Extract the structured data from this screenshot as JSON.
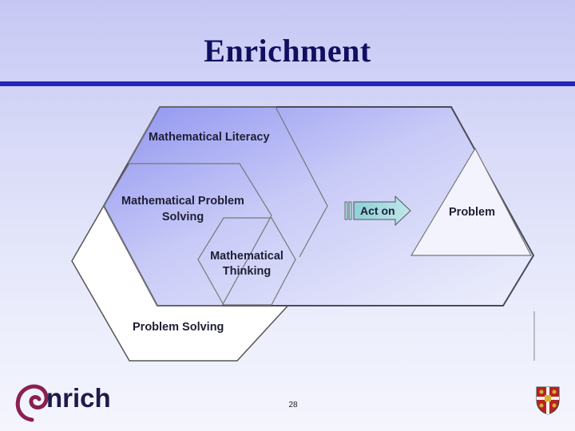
{
  "slide": {
    "title": "Enrichment",
    "page_number": "28"
  },
  "diagram": {
    "labels": {
      "literacy": "Mathematical Literacy",
      "problem_solving_math_l1": "Mathematical Problem",
      "problem_solving_math_l2": "Solving",
      "thinking_l1": "Mathematical",
      "thinking_l2": "Thinking",
      "problem_solving": "Problem Solving",
      "act_on": "Act on",
      "problem": "Problem"
    }
  },
  "logo": {
    "text": "nrich"
  },
  "colors": {
    "title": "#101060",
    "rule": "#2525b8",
    "hex_fill_top": "#9ea2f2",
    "arrow_fill": "#9fd0d6"
  }
}
